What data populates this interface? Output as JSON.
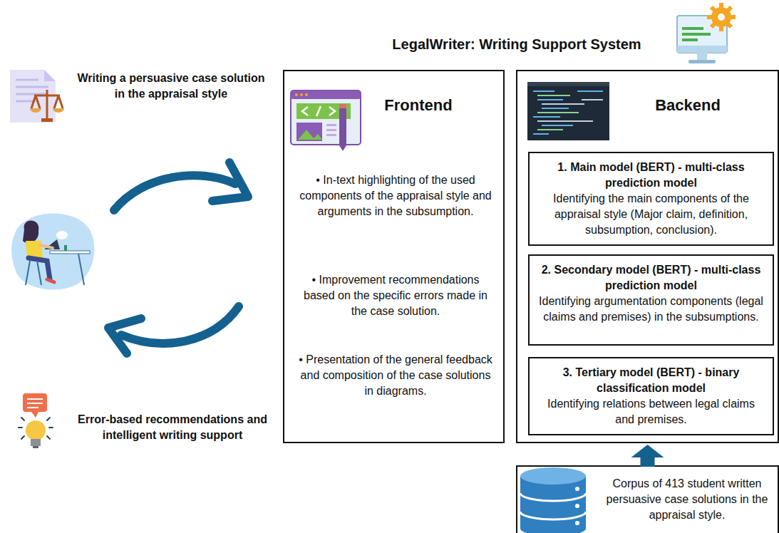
{
  "diagram": {
    "title": "LegalWriter: Writing Support System",
    "nodes": [
      {
        "text": [
          "Frontend",
          "• In-text highlighting of the used components of the appraisal style and arguments in the subsumption.",
          "• Improvement recommendations based on the specific errors made in the case solution.",
          "• Presentation of the general feedback and composition of the case solutions in diagrams."
        ]
      },
      {
        "text": [
          "Backend"
        ]
      },
      {
        "text": [
          "1. Main model (BERT) - multi-class prediction model",
          "Identifying the main components of the appraisal style (Major claim, definition, subsumption, conclusion)."
        ],
        "in": 1
      },
      {
        "text": [
          "2. Secondary model (BERT) - multi-class prediction model",
          "Identifying argumentation components (legal claims and premises) in the subsumptions."
        ],
        "in": 1
      },
      {
        "text": [
          "3. Tertiary model (BERT) - binary classification model",
          "Identifying relations between legal claims and premises."
        ],
        "in": 1
      },
      {
        "text": [
          "Corpus of 413 student written persuasive case solutions in the appraisal style."
        ]
      }
    ],
    "edges": [
      {
        "from": 5,
        "to": 1,
        "arrow": "to"
      }
    ],
    "labels": [
      "Writing a persuasive case solution in the appraisal style",
      "Error-based recommendations and intelligent writing support"
    ]
  }
}
